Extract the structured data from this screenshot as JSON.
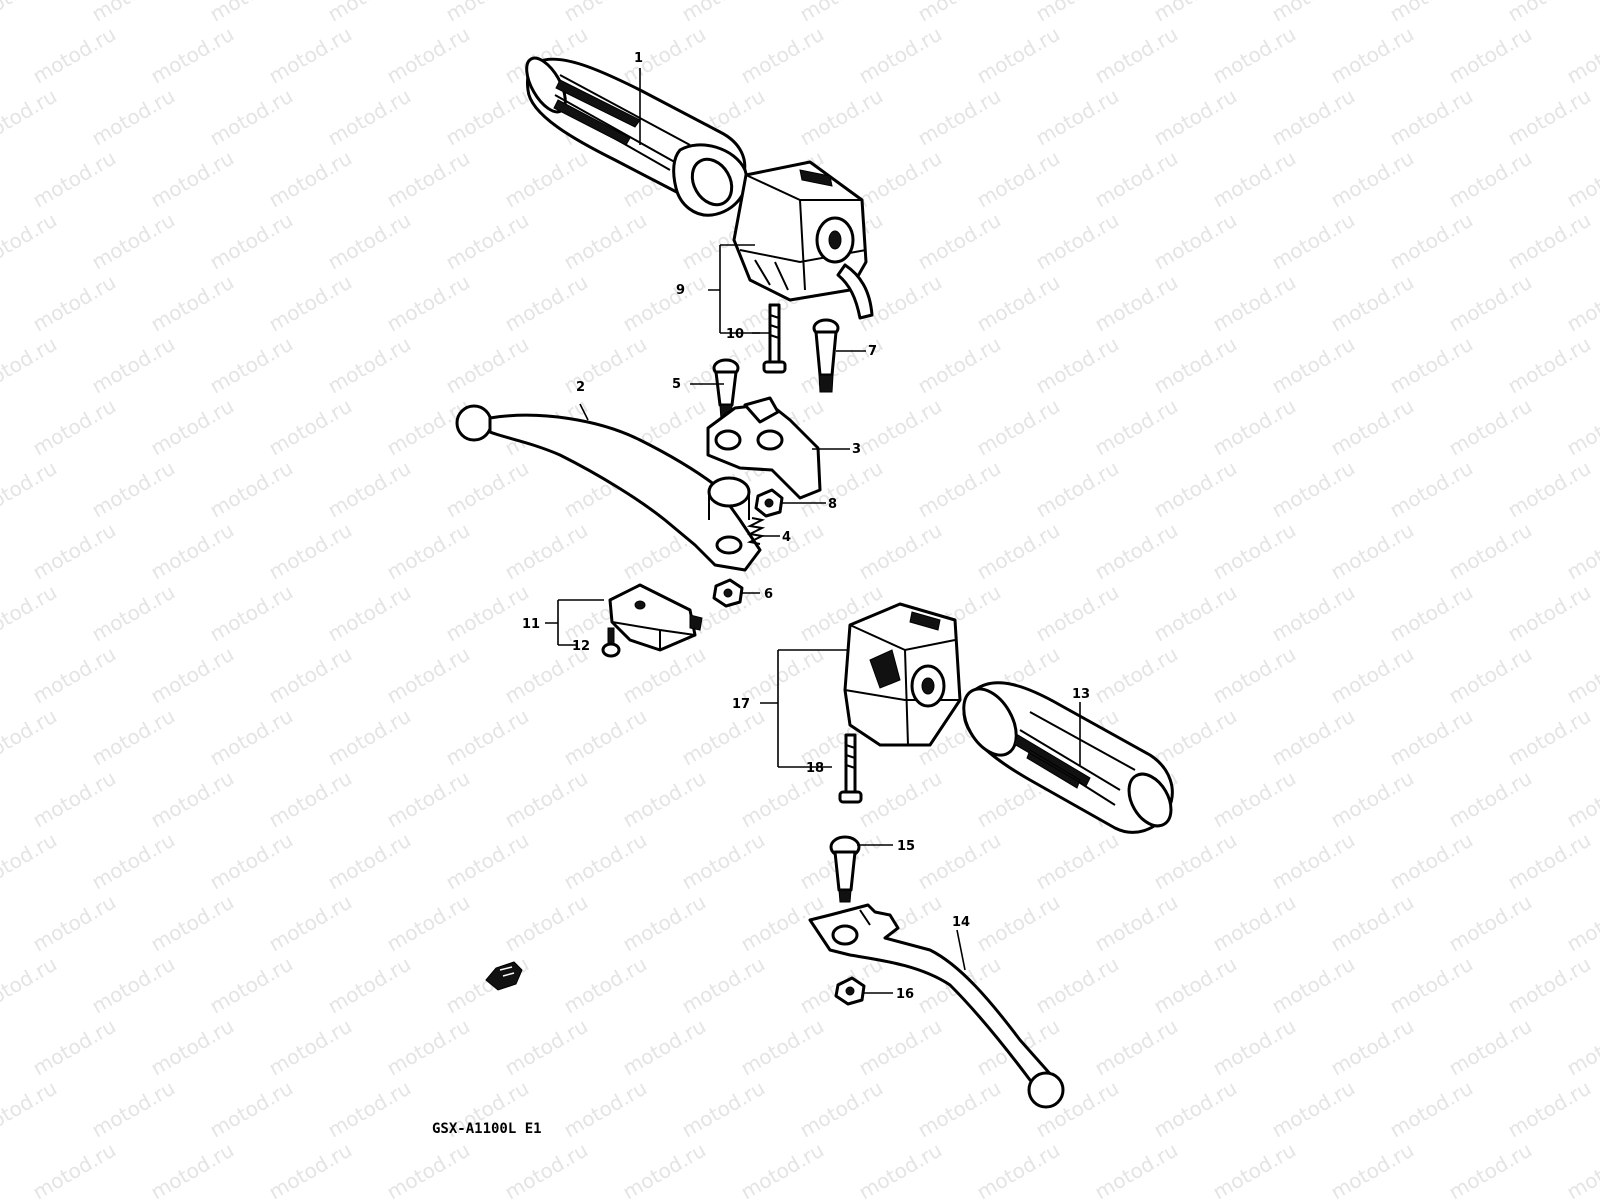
{
  "watermark": "motod.ru",
  "model_label": "GSX-A1100L E1",
  "callouts": [
    "1",
    "2",
    "3",
    "4",
    "5",
    "6",
    "7",
    "8",
    "9",
    "10",
    "11",
    "12",
    "13",
    "14",
    "15",
    "16",
    "17",
    "18"
  ],
  "icons": [
    "arrow-front-icon"
  ]
}
